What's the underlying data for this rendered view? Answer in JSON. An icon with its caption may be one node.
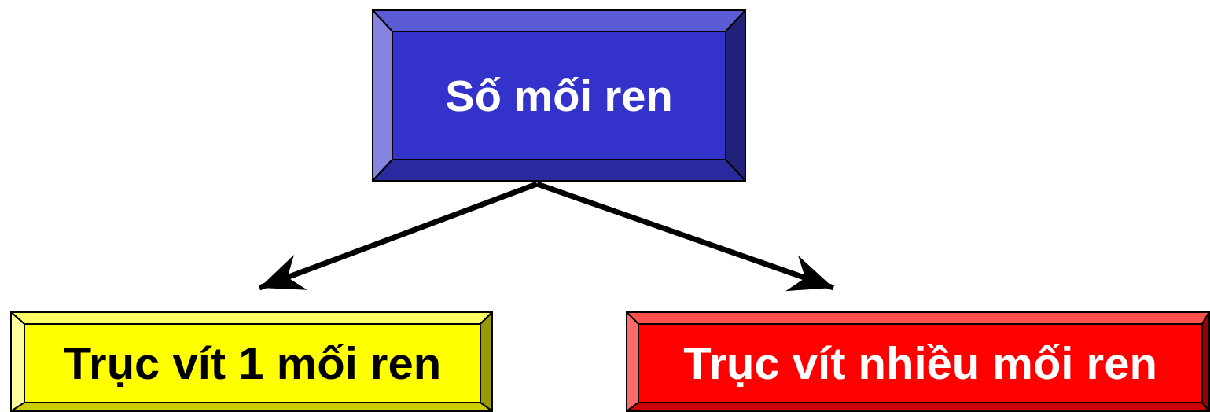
{
  "diagram": {
    "nodes": [
      {
        "text": [
          "Số mối ren"
        ]
      },
      {
        "text": [
          "Trục vít 1 mối ren"
        ]
      },
      {
        "text": [
          "Trục vít nhiều mối ren"
        ]
      }
    ],
    "edges": [
      {
        "from": 0,
        "to": 1,
        "arrow": "to"
      },
      {
        "from": 0,
        "to": 2,
        "arrow": "to"
      }
    ]
  }
}
